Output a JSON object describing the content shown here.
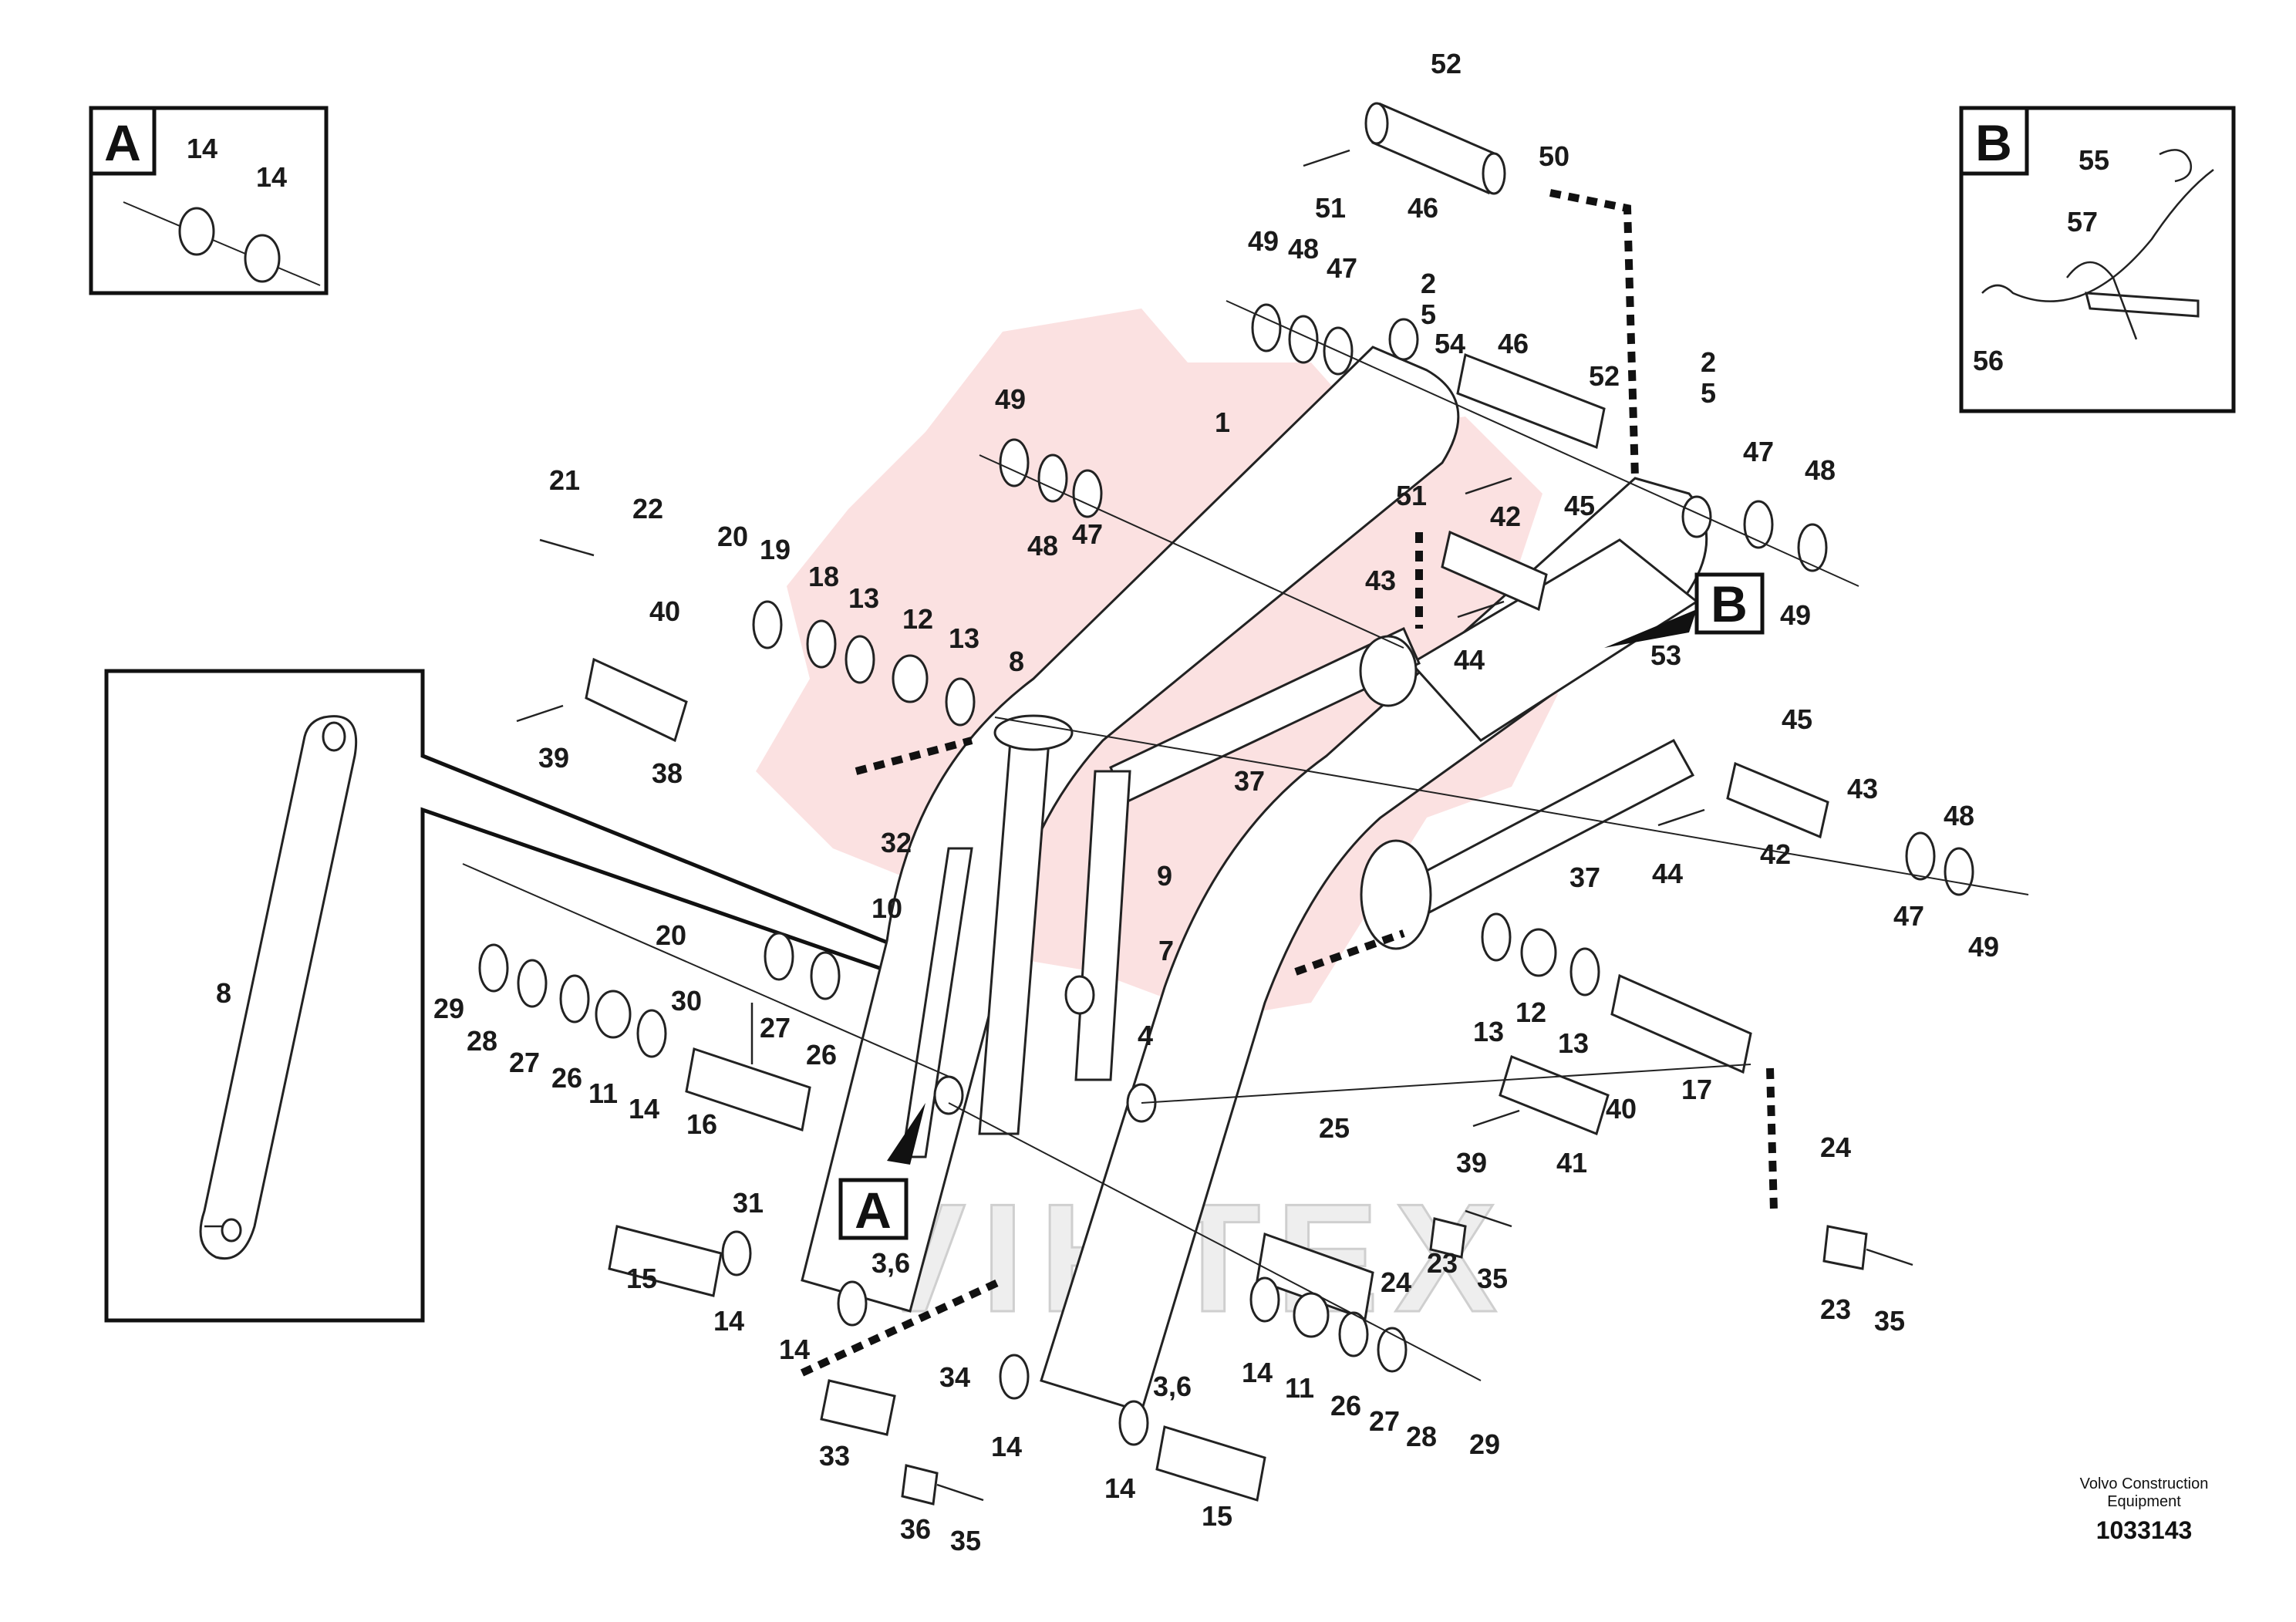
{
  "footer": {
    "company_line1": "Volvo Construction",
    "company_line2": "Equipment",
    "drawing_number": "1033143"
  },
  "watermark": {
    "text": "VIHTEX",
    "color": "#f5b5b5"
  },
  "inset_letters": [
    "A",
    "B"
  ],
  "part_labels": {
    "a14_1": "14",
    "a14_2": "14",
    "b55": "55",
    "b57": "57",
    "b56": "56",
    "p52_top": "52",
    "p50": "50",
    "p51_top": "51",
    "p46_top": "46",
    "p49_a": "49",
    "p48_a": "48",
    "p47_a": "47",
    "p2_a": "2",
    "p5_a": "5",
    "p54": "54",
    "p46_mid": "46",
    "p52_mid": "52",
    "p51_mid": "51",
    "p2_b": "2",
    "p5_b": "5",
    "p47_b": "47",
    "p48_b": "48",
    "p49_b": "49",
    "p1": "1",
    "p49_c": "49",
    "p48_c": "48",
    "p47_c": "47",
    "p42_a": "42",
    "p45_a": "45",
    "p43_a": "43",
    "p44_a": "44",
    "p53": "53",
    "p21": "21",
    "p22": "22",
    "p20_a": "20",
    "p19": "19",
    "p18": "18",
    "p13_a": "13",
    "p12_a": "12",
    "p13_b": "13",
    "p40_a": "40",
    "p39_a": "39",
    "p38": "38",
    "p8_main": "8",
    "p37_a": "37",
    "p32": "32",
    "p9": "9",
    "p10": "10",
    "p7": "7",
    "p45_b": "45",
    "p43_b": "43",
    "p48_d": "48",
    "p42_b": "42",
    "p44_b": "44",
    "p37_b": "37",
    "p47_d": "47",
    "p49_d": "49",
    "p13_c": "13",
    "p12_b": "12",
    "p13_d": "13",
    "p17": "17",
    "p40_b": "40",
    "p24_a": "24",
    "p39_b": "39",
    "p41": "41",
    "p8_inset": "8",
    "p20_b": "20",
    "p29_a": "29",
    "p28_a": "28",
    "p27_a": "27",
    "p26_a": "26",
    "p11_a": "11",
    "p14_a": "14",
    "p30": "30",
    "p27_b": "27",
    "p26_b": "26",
    "p16": "16",
    "p31": "31",
    "p4": "4",
    "p25": "25",
    "p24_b": "24",
    "p23_a": "23",
    "p35_a": "35",
    "p15_a": "15",
    "p14_b": "14",
    "p36_a": "3,6",
    "p14_c": "14",
    "p34": "34",
    "p33": "33",
    "p14_d": "14",
    "p36_b": "36",
    "p35_b": "35",
    "p36_c": "3,6",
    "p14_e": "14",
    "p15_b": "15",
    "p14_f": "14",
    "p11_b": "11",
    "p26_c": "26",
    "p27_c": "27",
    "p28_b": "28",
    "p29_b": "29",
    "p23_b": "23",
    "p35_c": "35"
  }
}
